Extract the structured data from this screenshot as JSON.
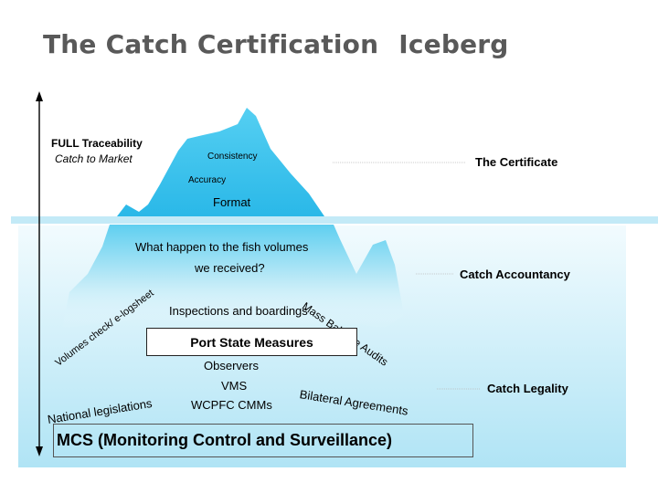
{
  "title": {
    "part1": "The Catch Certification",
    "part2": "Iceberg"
  },
  "left_axis": {
    "label_line1": "FULL Traceability",
    "label_line2": "Catch to Market"
  },
  "above_water": {
    "consistency": "Consistency",
    "accuracy": "Accuracy",
    "format": "Format"
  },
  "below_water": {
    "question_line1": "What happen to the fish volumes",
    "question_line2": "we received?",
    "mass_balance": "Mass Balance Audits",
    "volumes_check": "Volumes check/ e-logsheet",
    "inspections": "Inspections and boardings",
    "port_state": "Port State Measures",
    "observers": "Observers",
    "vms": "VMS",
    "wcpfc": "WCPFC CMMs",
    "national": "National legislations",
    "bilateral": "Bilateral Agreements",
    "mcs": "MCS (Monitoring Control and Surveillance)"
  },
  "right_labels": {
    "certificate": "The Certificate",
    "accountancy": "Catch Accountancy",
    "legality": "Catch Legality"
  },
  "colors": {
    "iceberg_top": "#35c3ec",
    "iceberg_light": "#bfeaf7",
    "water_top": "#eefafd",
    "water_bottom": "#b4e6f6",
    "waterline": "#bde8f6",
    "title_gray": "#595959"
  }
}
